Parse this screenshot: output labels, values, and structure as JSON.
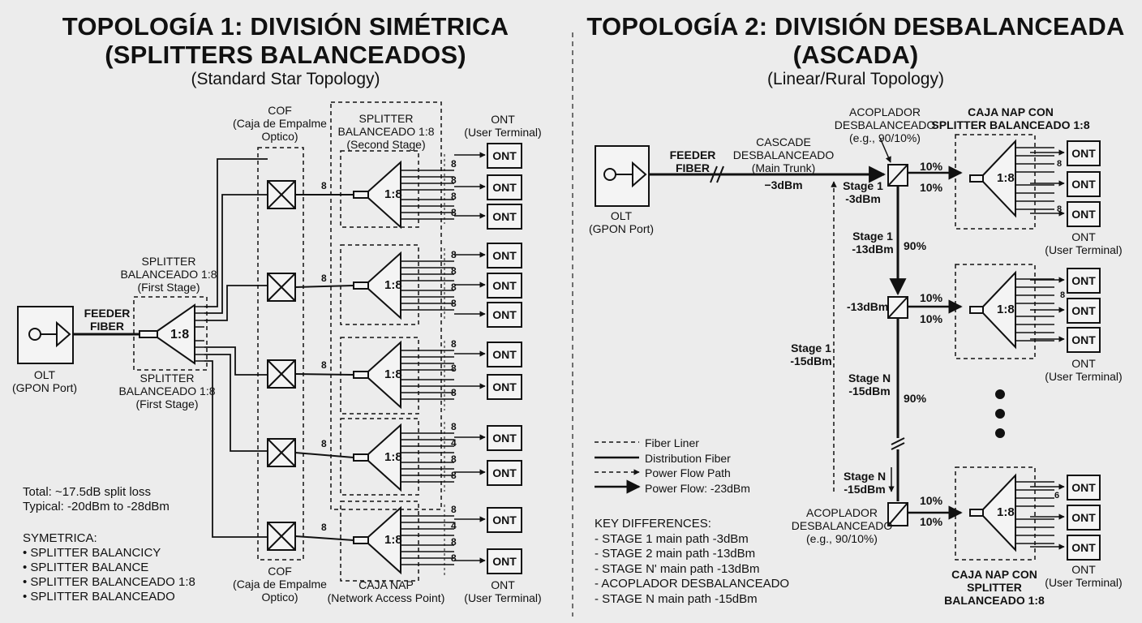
{
  "left": {
    "title_line1": "TOPOLOGÍA 1: DIVISIÓN SIMÉTRICA",
    "title_line2": "(SPLITTERS BALANCEADOS)",
    "subtitle": "(Standard Star Topology)",
    "olt_label": "OLT",
    "olt_port": "(GPON Port)",
    "feeder": [
      "FEEDER",
      "FIBER"
    ],
    "splitter_top": [
      "SPLITTER",
      "BALANCEADO 1:8",
      "(First Stage)"
    ],
    "splitter_bottom": [
      "SPLITTER",
      "BALANCEADO 1:8",
      "(First Stage)"
    ],
    "splitter_ratio": "1:8",
    "cof_top": [
      "COF",
      "(Caja de Empalme",
      "Optico)"
    ],
    "cof_bottom": [
      "COF",
      "(Caja de Empalme",
      "Optico)"
    ],
    "second_stage": [
      "SPLITTER",
      "BALANCEADO 1:8",
      "(Second Stage)"
    ],
    "ont_header": [
      "ONT",
      "(User Terminal)"
    ],
    "ont_footer": [
      "ONT",
      "(User Terminal)"
    ],
    "nap_footer": [
      "CAJA NAP",
      "(Network Access Point)"
    ],
    "branch_count": "8",
    "ont": "ONT",
    "nap_ratio": "1:8",
    "nap_port_labels": [
      [
        "8",
        "8",
        "8",
        "8"
      ],
      [
        "8",
        "8",
        "8",
        "8"
      ],
      [
        "8",
        "8",
        "8"
      ],
      [
        "8",
        "4",
        "8",
        "8"
      ],
      [
        "8",
        "4",
        "8",
        "8"
      ]
    ],
    "summary": [
      "Total: ~17.5dB split loss",
      "Typical: -20dBm to -28dBm"
    ],
    "symetrica_title": "SYMETRICA:",
    "symetrica_items": [
      "SPLITTER BALANCICY",
      "SPLITTER BALANCE",
      "SPLITTER BALANCEADO 1:8",
      "SPLITTER BALANCEADO"
    ]
  },
  "right": {
    "title_line1": "TOPOLOGÍA 2: DIVISIÓN DESBALANCEADA",
    "title_line2": "(ASCADA)",
    "subtitle": "(Linear/Rural Topology)",
    "olt_label": "OLT",
    "olt_port": "(GPON Port)",
    "feeder": [
      "FEEDER",
      "FIBER"
    ],
    "cascade": [
      "CASCADE",
      "DESBALANCEADO",
      "(Main Trunk)"
    ],
    "trunk_power": "−3dBm",
    "acoplador_top": [
      "ACOPLADOR",
      "DESBALANCEADO",
      "(e.g., 90/10%)"
    ],
    "acoplador_bottom": [
      "ACOPLADOR",
      "DESBALANCEADO",
      "(e.g., 90/10%)"
    ],
    "nap_header": [
      "CAJA NAP CON",
      "SPLITTER BALANCEADO 1:8"
    ],
    "nap_footer": [
      "CAJA NAP CON",
      "SPLITTER",
      "BALANCEADO 1:8"
    ],
    "stage1_top": [
      "Stage 1",
      "-3dBm"
    ],
    "stage1_mid": [
      "Stage 1",
      "-13dBm"
    ],
    "pct90": "90%",
    "coupler2_power": "-13dBm",
    "stage1_left": [
      "Stage 1",
      "-15dBm"
    ],
    "stageN_mid": [
      "Stage N",
      "-15dBm"
    ],
    "stageN_bottom": [
      "Stage N",
      "-15dBm"
    ],
    "pct10": "10%",
    "nap_ratio": "1:8",
    "ont": "ONT",
    "ont_footer": [
      "ONT",
      "(User Terminal)"
    ],
    "port_labels": [
      "8",
      "8",
      "8",
      "6"
    ],
    "legend": [
      "Fiber Liner",
      "Distribution Fiber",
      "Power Flow Path",
      "Power Flow:  -23dBm"
    ],
    "key_title": "KEY DIFFERENCES:",
    "key_items": [
      "STAGE 1 main path -3dBm",
      "STAGE 2 main path -13dBm",
      "STAGE N' main path -13dBm",
      "ACOPLADOR DESBALANCEADO",
      "STAGE N main path -15dBm"
    ]
  }
}
